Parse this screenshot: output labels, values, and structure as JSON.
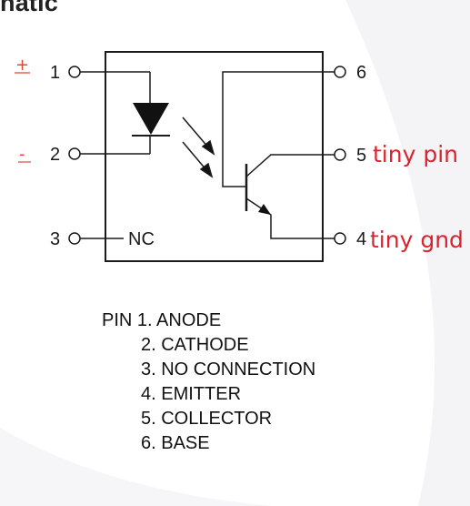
{
  "heading": "natic",
  "pins": {
    "p1": "1",
    "p2": "2",
    "p3": "3",
    "p4": "4",
    "p5": "5",
    "p6": "6",
    "nc": "NC"
  },
  "annotations": {
    "plus": "+",
    "minus": "-",
    "pin5_note": "tiny pin",
    "pin4_note": "tiny gnd"
  },
  "legend": {
    "title": "PIN",
    "items": [
      "1. ANODE",
      "2. CATHODE",
      "3. NO CONNECTION",
      "4. EMITTER",
      "5. COLLECTOR",
      "6. BASE"
    ]
  },
  "colors": {
    "annotation": "#d9232e",
    "line": "#1a1a1a",
    "background_shape": "#f3f3f5"
  }
}
